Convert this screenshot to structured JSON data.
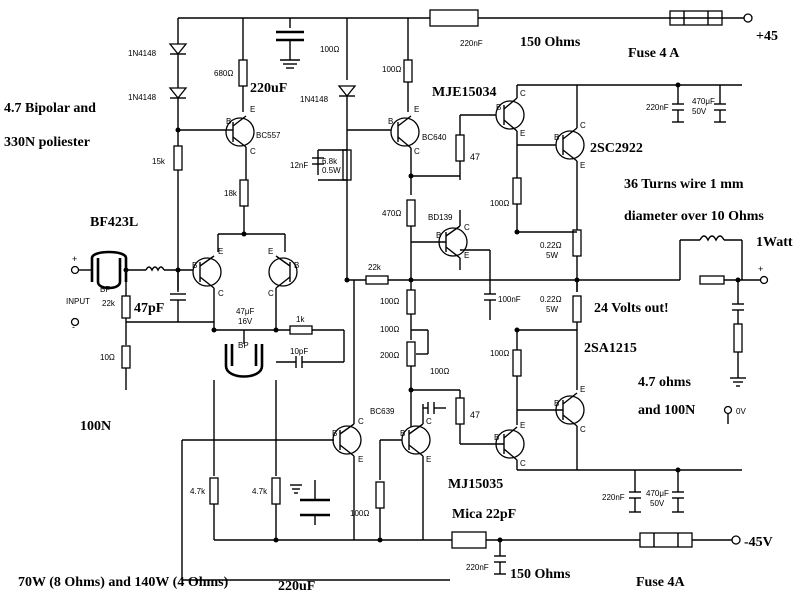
{
  "annotations": {
    "plus45": "+45",
    "fuse_top": "Fuse 4 A",
    "ohms150_top": "150 Ohms",
    "cap_220uf_top": "220uF",
    "mje15034": "MJE15034",
    "bipolar_line1": "4.7 Bipolar and",
    "bipolar_line2": "330N poliester",
    "sc2922": "2SC2922",
    "turns_line1": "36 Turns wire 1 mm",
    "turns_line2": "diameter over 10  Ohms",
    "bf423l": "BF423L",
    "one_watt": "1Watt",
    "pf47": "47pF",
    "volts24": "24 Volts out!",
    "sa1215": "2SA1215",
    "ohms47_line1": "4.7 ohms",
    "ohms47_line2": "and 100N",
    "n100": "100N",
    "mj15035": "MJ15035",
    "mica": "Mica 22pF",
    "minus45": "-45V",
    "ohms150_bottom": "150 Ohms",
    "fuse_bottom": "Fuse 4A",
    "power_note": "70W (8 Ohms) and 140W (4 Ohms)",
    "cap_220uf_bottom": "220uF"
  },
  "labels": {
    "d1": "1N4148",
    "d2": "1N4148",
    "d3": "1N4148",
    "r680": "680Ω",
    "r15k": "15k",
    "r18k": "18k",
    "bc557": "BC557",
    "r100_a": "100Ω",
    "r100_b": "100Ω",
    "r68k_1": "6.8k",
    "r68k_2": "0.5W",
    "c12nf": "12nF",
    "bc640": "BC640",
    "r470": "470Ω",
    "bd139": "BD139",
    "r47_a": "47",
    "r47_b": "47",
    "r100_c": "100Ω",
    "r100_d": "100Ω",
    "r100_e": "100Ω",
    "r022_a1": "0.22Ω",
    "r022_a2": "5W",
    "r022_b1": "0.22Ω",
    "r022_b2": "5W",
    "c220nf_a": "220nF",
    "c220nf_b": "220nF",
    "c220nf_c": "220nF",
    "c220nf_d": "220nF",
    "c470uf_a1": "470μF",
    "c470uf_a2": "50V",
    "c470uf_b1": "470μF",
    "c470uf_b2": "50V",
    "c100nf": "100nF",
    "r22k_a": "22k",
    "r22k_b": "22k",
    "r10": "10Ω",
    "input": "INPUT",
    "bp_a": "BP",
    "bp_b": "BP",
    "c47uf_1": "47μF",
    "c47uf_2": "16V",
    "r1k": "1k",
    "c10pf": "10pF",
    "r100_f": "100Ω",
    "r100_g": "100Ω",
    "r200": "200Ω",
    "bc639": "BC639",
    "r47k_a": "4.7k",
    "r47k_b": "4.7k",
    "r100_h": "100Ω",
    "v0": "0V",
    "plus": "+",
    "minus": "-",
    "pin_b": "B",
    "pin_c": "C",
    "pin_e": "E"
  }
}
